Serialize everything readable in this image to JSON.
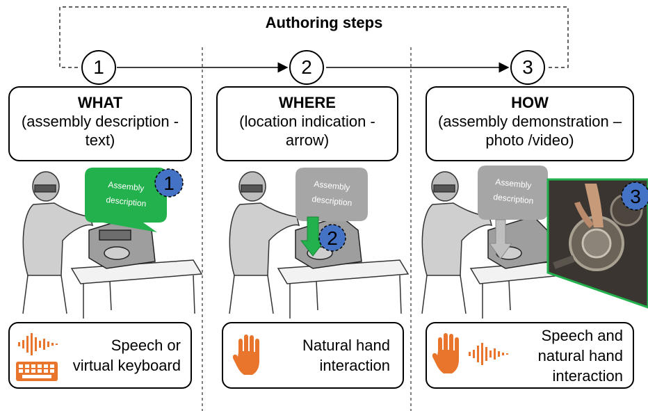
{
  "title": "Authoring steps",
  "steps": [
    {
      "number": "1",
      "heading": "WHAT",
      "line1": "(assembly description -",
      "line2": "text)",
      "bubble_line1": "Assembly",
      "bubble_line2": "description",
      "badge": "1",
      "interaction_line1": "Speech or",
      "interaction_line2": "virtual keyboard",
      "interaction_line3": ""
    },
    {
      "number": "2",
      "heading": "WHERE",
      "line1": "(location indication -",
      "line2": "arrow)",
      "bubble_line1": "Assembly",
      "bubble_line2": "description",
      "badge": "2",
      "interaction_line1": "Natural hand",
      "interaction_line2": "interaction",
      "interaction_line3": ""
    },
    {
      "number": "3",
      "heading": "HOW",
      "line1": "(assembly demonstration –",
      "line2": "photo /video)",
      "bubble_line1": "Assembly",
      "bubble_line2": "description",
      "badge": "3",
      "interaction_line1": "Speech and",
      "interaction_line2": "natural hand",
      "interaction_line3": "interaction"
    }
  ],
  "colors": {
    "accent_orange": "#e9742b",
    "highlight_green": "#22b14c",
    "badge_blue": "#4472c4",
    "bubble_gray": "#a6a6a6"
  },
  "icons": [
    "speech-waveform-icon",
    "keyboard-icon",
    "hand-icon"
  ]
}
